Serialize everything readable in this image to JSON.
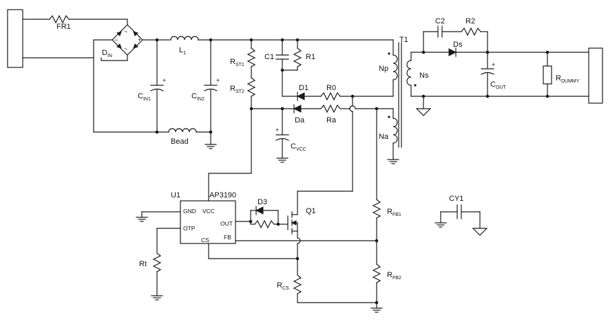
{
  "labels": {
    "fr1": "FR1",
    "din": "D",
    "din_sub": "IN",
    "l1": "L",
    "l1_sub": "1",
    "cin1": "C",
    "cin1_sub": "IN1",
    "cin2": "C",
    "cin2_sub": "IN2",
    "bead": "Bead",
    "rst1": "R",
    "rst1_sub": "ST1",
    "rst2": "R",
    "rst2_sub": "ST2",
    "c1": "C1",
    "r1": "R1",
    "d1": "D1",
    "r0": "R0",
    "da": "Da",
    "ra": "Ra",
    "cvcc": "C",
    "cvcc_sub": "VCC",
    "t1": "T1",
    "np": "Np",
    "ns": "Ns",
    "na": "Na",
    "c2": "C2",
    "r2": "R2",
    "ds": "Ds",
    "cout": "C",
    "cout_sub": "OUT",
    "rdummy": "R",
    "rdummy_sub": "DUMMY",
    "u1": "U1",
    "ap3190": "AP3190",
    "pin_gnd": "GND",
    "pin_vcc": "VCC",
    "pin_otp": "OTP",
    "pin_out": "OUT",
    "pin_cs": "CS",
    "pin_fb": "FB",
    "d3": "D3",
    "q1": "Q1",
    "rt": "Rt",
    "rcs": "R",
    "rcs_sub": "CS",
    "rfb1": "R",
    "rfb1_sub": "FB1",
    "rfb2": "R",
    "rfb2_sub": "FB2",
    "cy1": "CY1"
  }
}
